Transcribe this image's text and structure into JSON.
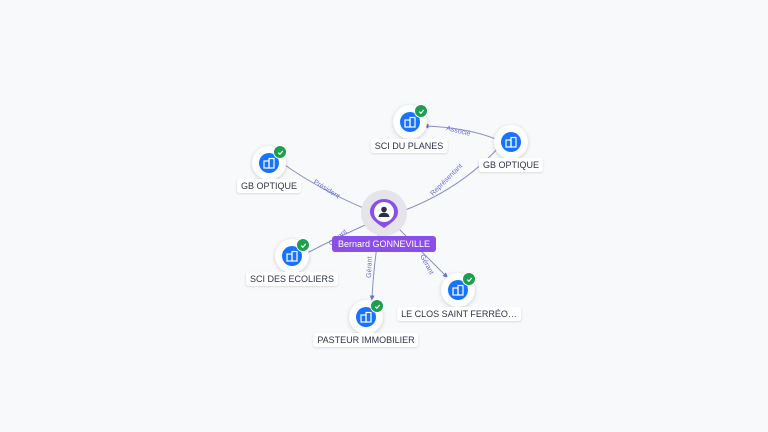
{
  "center": {
    "name": "Bernard GONNEVILLE",
    "icon": "person-icon"
  },
  "companies": [
    {
      "id": "gb-optique-left",
      "name": "GB OPTIQUE",
      "verified": true
    },
    {
      "id": "sci-du-planes",
      "name": "SCI DU PLANES",
      "verified": true
    },
    {
      "id": "gb-optique-right",
      "name": "GB OPTIQUE",
      "verified": false
    },
    {
      "id": "sci-des-ecoliers",
      "name": "SCI DES ECOLIERS",
      "verified": true
    },
    {
      "id": "pasteur-immobilier",
      "name": "PASTEUR IMMOBILIER",
      "verified": true
    },
    {
      "id": "le-clos-saint-ferreol",
      "name": "LE CLOS SAINT FERRÉO…",
      "verified": true
    }
  ],
  "edges": [
    {
      "from": "center",
      "to": "gb-optique-left",
      "label": "Président"
    },
    {
      "from": "gb-optique-right",
      "to": "sci-du-planes",
      "label": "Associé"
    },
    {
      "from": "center",
      "to": "gb-optique-right",
      "label": "Représentant"
    },
    {
      "from": "center",
      "to": "sci-des-ecoliers",
      "label": "Gérant"
    },
    {
      "from": "center",
      "to": "pasteur-immobilier",
      "label": "Gérant"
    },
    {
      "from": "center",
      "to": "le-clos-saint-ferreol",
      "label": "Gérant"
    }
  ],
  "colors": {
    "node": "#1673ff",
    "badge": "#1e9e50",
    "center": "#8a4fe8",
    "edge": "#8b8fc4",
    "edge_label": "#6c6fd6"
  }
}
